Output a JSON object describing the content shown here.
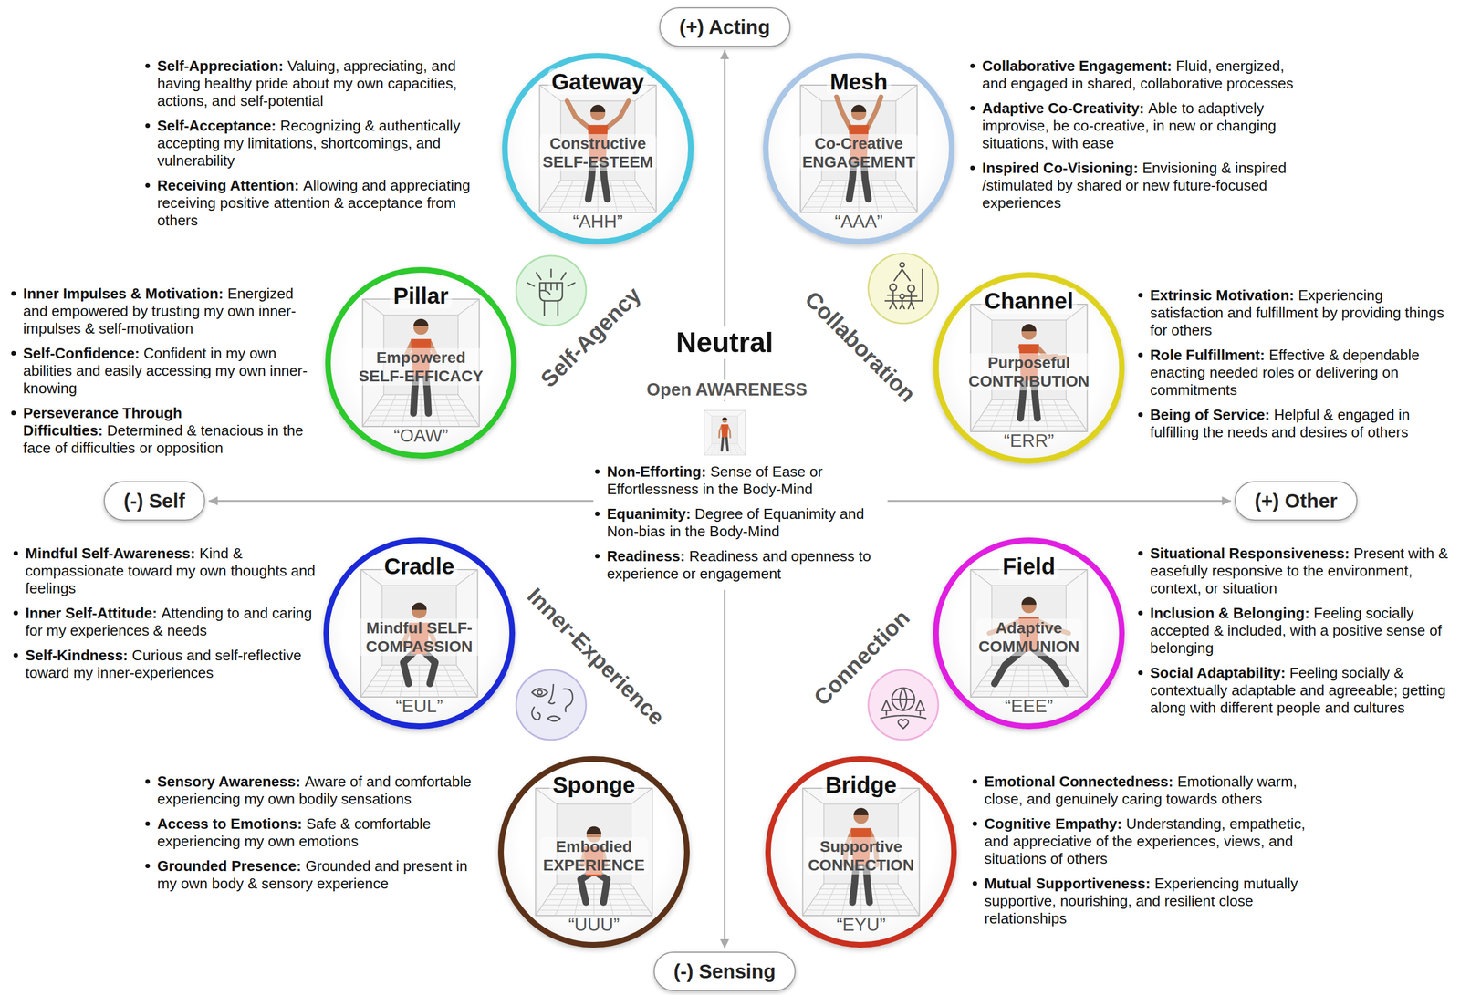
{
  "diagram": {
    "nodes": [
      {
        "text": [
          "(+) Acting"
        ]
      },
      {
        "text": [
          "Gateway",
          "Constructive SELF-ESTEEM",
          "“AHH”"
        ]
      },
      {
        "text": [
          "Mesh",
          "Co-Creative ENGAGEMENT",
          "“AAA”"
        ]
      },
      {
        "text": [
          "Pillar",
          "Empowered SELF-EFFICACY",
          "“OAW”"
        ]
      },
      {
        "text": [
          "Channel",
          "Purposeful CONTRIBUTION",
          "“ERR”"
        ]
      },
      {
        "text": [
          "(-) Self"
        ]
      },
      {
        "text": [
          "(+) Other"
        ]
      },
      {
        "text": [
          "Cradle",
          "Mindful SELF-COMPASSION",
          "“EUL”"
        ]
      },
      {
        "text": [
          "Field",
          "Adaptive COMMUNION",
          "“EEE”"
        ]
      },
      {
        "text": [
          "Sponge",
          "Embodied EXPERIENCE",
          "“UUU”"
        ]
      },
      {
        "text": [
          "Bridge",
          "Supportive CONNECTION",
          "“EYU”"
        ]
      },
      {
        "text": [
          "(-) Sensing"
        ]
      }
    ],
    "edges": [
      {
        "from": 11,
        "to": 0,
        "arrow": "both"
      },
      {
        "from": 5,
        "to": 6,
        "arrow": "both"
      }
    ],
    "labels": [
      "Self-Appreciation:",
      "Valuing, appreciating, and having healthy pride about my own capacities, actions, and self-potential",
      "Self-Acceptance:",
      "Recognizing & authentically accepting my limitations, shortcomings, and vulnerability",
      "Receiving Attention:",
      "Allowing and appreciating receiving positive attention & acceptance from others",
      "Collaborative Engagement:",
      "Fluid, energized, and engaged in shared, collaborative processes",
      "Adaptive Co-Creativity:",
      "Able to adaptively improvise, be co-creative, in new or changing situations, with ease",
      "Inspired Co-Visioning:",
      "Envisioning & inspired /stimulated by shared or new future-focused experiences",
      "Inner Impulses & Motivation:",
      "Energized and empowered by trusting my own inner-impulses & self-motivation",
      "Self-Confidence:",
      "Confident in my own abilities and easily accessing my own inner-knowing",
      "Perseverance Through Difficulties:",
      "Determined & tenacious in the face of difficulties or opposition",
      "Extrinsic Motivation:",
      "Experiencing satisfaction and fulfillment by providing things for others",
      "Role Fulfillment:",
      "Effective & dependable enacting needed roles or delivering on commitments",
      "Being of Service:",
      "Helpful & engaged in fulfilling the needs and desires of others",
      "Self-Agency",
      "Collaboration",
      "Neutral",
      "Open AWARENESS",
      "Non-Efforting:",
      "Sense of Ease or Effortlessness in the Body-Mind",
      "Equanimity:",
      "Degree of Equanimity and Non-bias in the Body-Mind",
      "Readiness:",
      "Readiness and openness to experience or engagement",
      "Mindful Self-Awareness:",
      "Kind & compassionate toward my own thoughts and feelings",
      "Inner Self-Attitude:",
      "Attending to and caring for my experiences & needs",
      "Self-Kindness:",
      "Curious and self-reflective toward my inner-experiences",
      "Situational Responsiveness:",
      "Present with & easefully responsive to the environment, context, or situation",
      "Inclusion & Belonging:",
      "Feeling socially accepted & included, with a positive sense of belonging",
      "Social Adaptability:",
      "Feeling socially & contextually adaptable and agreeable; getting along with different people and cultures",
      "Inner-Experience",
      "Connection",
      "Sensory Awareness:",
      "Aware of and comfortable experiencing my own bodily sensations",
      "Access to Emotions:",
      "Safe & comfortable experiencing my own emotions",
      "Grounded Presence:",
      "Grounded and present in my own body & sensory experience",
      "Emotional Connectedness:",
      "Emotionally warm, close, and genuinely caring towards others",
      "Cognitive Empathy:",
      "Understanding, empathetic, and appreciative of the experiences, views, and situations of others",
      "Mutual Supportiveness:",
      "Experiencing mutually supportive, nourishing, and resilient close relationships"
    ]
  }
}
